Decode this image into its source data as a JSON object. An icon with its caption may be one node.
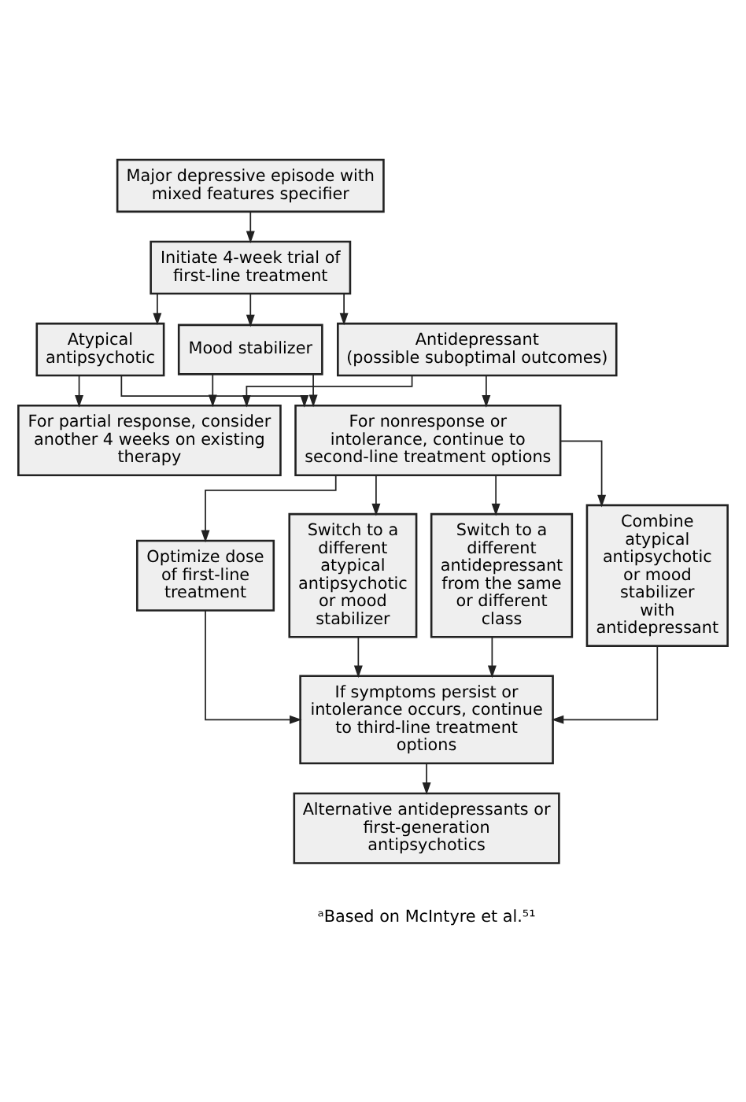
{
  "diagram": {
    "nodes": [
      {
        "text": [
          "Major depressive episode with mixed features specifier"
        ]
      },
      {
        "text": [
          "Initiate 4-week trial of first-line treatment"
        ]
      },
      {
        "text": [
          "Atypical antipsychotic"
        ]
      },
      {
        "text": [
          "Mood stabilizer"
        ]
      },
      {
        "text": [
          "Antidepressant",
          "(possible suboptimal outcomes)"
        ]
      },
      {
        "text": [
          "For partial response, consider another 4 weeks on existing therapy"
        ]
      },
      {
        "text": [
          "For nonresponse or intolerance, continue to second-line treatment options"
        ]
      },
      {
        "text": [
          "Optimize dose of first-line treatment"
        ]
      },
      {
        "text": [
          "Switch to a different atypical antipsychotic or mood stabilizer"
        ]
      },
      {
        "text": [
          "Switch to a different antidepressant from the same or different class"
        ]
      },
      {
        "text": [
          "Combine atypical antipsychotic or mood stabilizer with antidepressant"
        ]
      },
      {
        "text": [
          "If symptoms persist or intolerance occurs, continue to third-line treatment options"
        ]
      },
      {
        "text": [
          "Alternative antidepressants or first-generation antipsychotics"
        ]
      }
    ],
    "edges": [
      {
        "from": 0,
        "to": 1,
        "arrow": "to"
      },
      {
        "from": 1,
        "to": 2,
        "arrow": "to"
      },
      {
        "from": 1,
        "to": 3,
        "arrow": "to"
      },
      {
        "from": 1,
        "to": 4,
        "arrow": "to"
      },
      {
        "from": 2,
        "to": 5,
        "arrow": "to"
      },
      {
        "from": 3,
        "to": 5,
        "arrow": "to"
      },
      {
        "from": 4,
        "to": 5,
        "arrow": "to"
      },
      {
        "from": 2,
        "to": 6,
        "arrow": "to"
      },
      {
        "from": 3,
        "to": 6,
        "arrow": "to"
      },
      {
        "from": 4,
        "to": 6,
        "arrow": "to"
      },
      {
        "from": 6,
        "to": 7,
        "arrow": "to"
      },
      {
        "from": 6,
        "to": 8,
        "arrow": "to"
      },
      {
        "from": 6,
        "to": 9,
        "arrow": "to"
      },
      {
        "from": 6,
        "to": 10,
        "arrow": "to"
      },
      {
        "from": 7,
        "to": 11,
        "arrow": "to"
      },
      {
        "from": 8,
        "to": 11,
        "arrow": "to"
      },
      {
        "from": 9,
        "to": 11,
        "arrow": "to"
      },
      {
        "from": 10,
        "to": 11,
        "arrow": "to"
      },
      {
        "from": 11,
        "to": 12,
        "arrow": "to"
      }
    ],
    "labels": [
      "ᵃBased on McIntyre et al.⁵¹"
    ]
  }
}
